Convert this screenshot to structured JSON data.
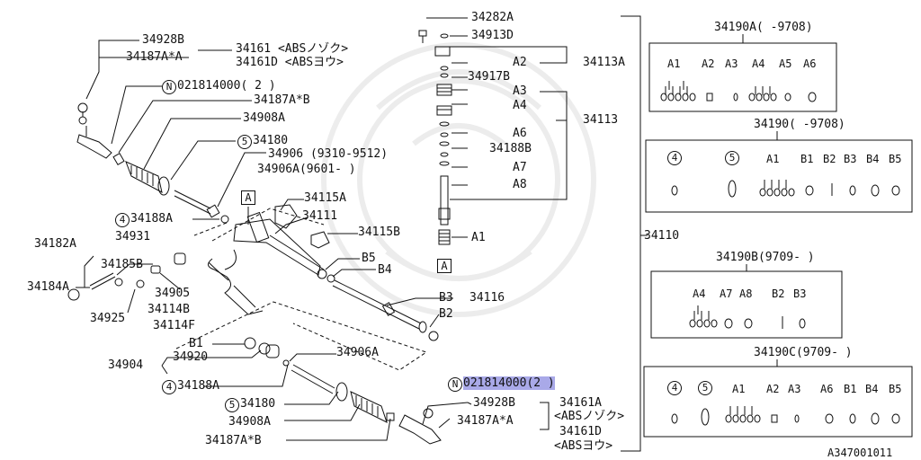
{
  "diagram_code": "A347001011",
  "left_labels": {
    "p34928B_top": "34928B",
    "p34187A_A_top": "34187A*A",
    "p34161": "34161 <ABSノゾク>",
    "p34161D": "34161D <ABSヨウ>",
    "p021814000_top_code": "021814000",
    "p021814000_top_qty": "( 2 )",
    "p34187A_B_top": "34187A*B",
    "p34908A_top": "34908A",
    "p34180_top": "34180",
    "p34906": "34906 (9310-9512)",
    "p34906A": "34906A(9601-      )",
    "p34188A_top": "34188A",
    "p34931": "34931",
    "p34182A": "34182A",
    "p34185B": "34185B",
    "p34184A": "34184A",
    "p34925": "34925",
    "p34905": "34905",
    "p34114B": "34114B",
    "p34114F": "34114F",
    "p34115A": "34115A",
    "p34111": "34111",
    "p34115B": "34115B",
    "pB5": "B5",
    "pB4": "B4",
    "pB3": "B3",
    "p34116": "34116",
    "pB2": "B2",
    "pB1": "B1",
    "p34904": "34904",
    "p34920": "34920",
    "p34906A_bottom": "34906A",
    "p34188A_bottom": "34188A",
    "p34180_bottom": "34180",
    "p34908A_bottom": "34908A",
    "p34187A_B_bottom": "34187A*B",
    "p021814000_bot_code": "021814000(2 )",
    "p34928B_bottom": "34928B",
    "p34187A_A_bottom": "34187A*A",
    "p34161A": "34161A",
    "p34161A_sub": "<ABSノゾク>",
    "p34161D_bottom": "34161D",
    "p34161D_sub": "<ABSヨウ>"
  },
  "circle_marks": {
    "n": "N",
    "four": "4",
    "five": "5"
  },
  "box_marks": {
    "a": "A"
  },
  "center_labels": {
    "p34282A": "34282A",
    "p34913D": "34913D",
    "pA2": "A2",
    "p34113A": "34113A",
    "p34917B": "34917B",
    "pA3": "A3",
    "pA4": "A4",
    "p34113": "34113",
    "pA6": "A6",
    "p34188B": "34188B",
    "pA7": "A7",
    "pA8": "A8",
    "pA1": "A1",
    "p34110": "34110"
  },
  "panels": [
    {
      "title": "34190A(   -9708)",
      "items": [
        "A1",
        "A2",
        "A3",
        "A4",
        "A5",
        "A6"
      ]
    },
    {
      "title": "34190(   -9708)",
      "items": [
        "4",
        "5",
        "A1",
        "B1",
        "B2",
        "B3",
        "B4",
        "B5"
      ]
    },
    {
      "title": "34190B(9709-    )",
      "items": [
        "A4",
        "A7",
        "A8",
        "B2",
        "B3"
      ]
    },
    {
      "title": "34190C(9709-    )",
      "items": [
        "4",
        "5",
        "A1",
        "A2",
        "A3",
        "A6",
        "B1",
        "B4",
        "B5"
      ]
    }
  ]
}
